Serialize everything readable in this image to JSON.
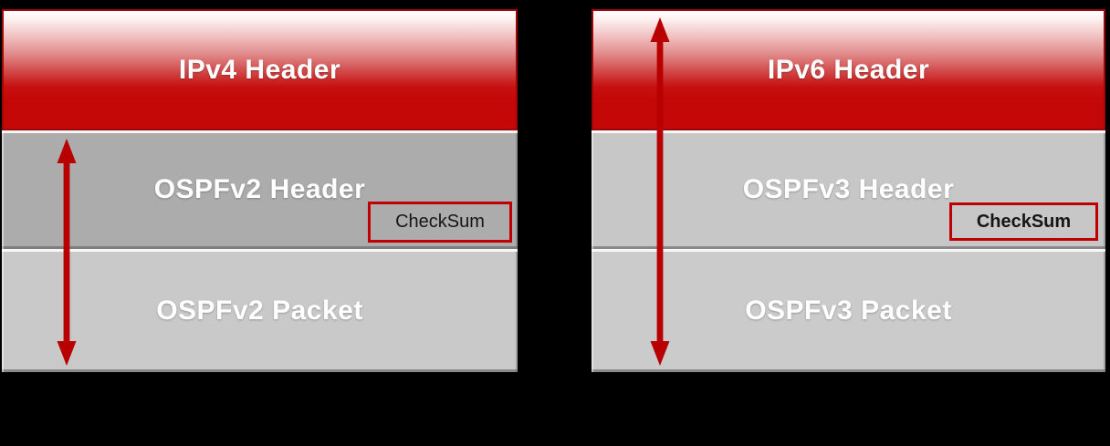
{
  "slide": {
    "background_color": "#000000",
    "accent_red": "#c00000",
    "arrow_color": "#b80000",
    "left_diagram": {
      "blocks": [
        {
          "label": "IPv4 Header",
          "fill": "red-gradient"
        },
        {
          "label": "OSPFv2 Header",
          "fill": "#acacac"
        },
        {
          "label": "OSPFv2 Packet",
          "fill": "#c9c9c9"
        }
      ],
      "checksum_box": {
        "label": "CheckSum"
      }
    },
    "right_diagram": {
      "blocks": [
        {
          "label": "IPv6 Header",
          "fill": "red-gradient"
        },
        {
          "label": "OSPFv3 Header",
          "fill": "#c7c7c7"
        },
        {
          "label": "OSPFv3 Packet",
          "fill": "#cbcbcb"
        }
      ],
      "checksum_box": {
        "label": "CheckSum"
      }
    }
  }
}
